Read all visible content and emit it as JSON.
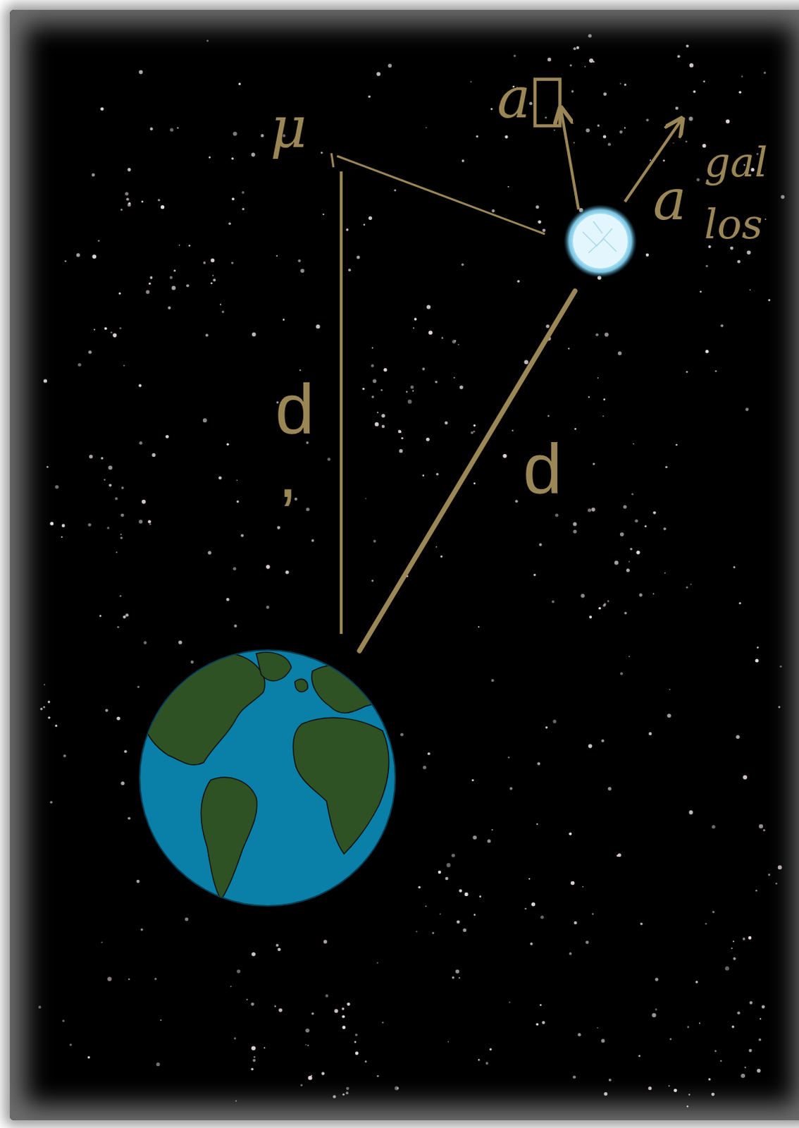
{
  "diagram": {
    "labels": [
      "μ",
      "a⃗",
      "a",
      "gal",
      "los",
      "d",
      ",",
      "d"
    ]
  }
}
